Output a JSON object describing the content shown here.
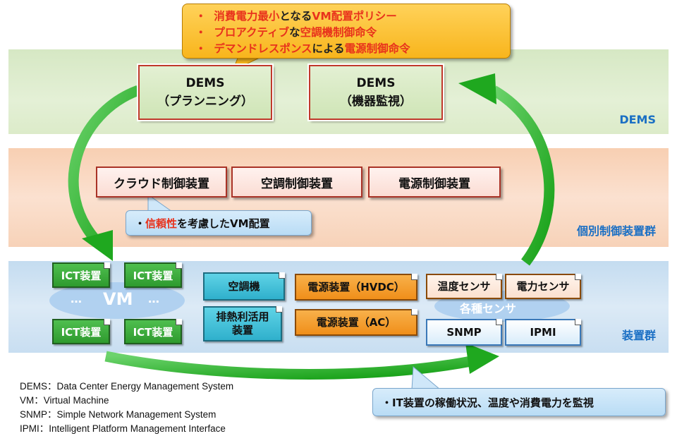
{
  "bands": {
    "dems_label": "DEMS",
    "ctrl_label": "個別制御装置群",
    "dev_label": "装置群"
  },
  "top_callout": {
    "lines": [
      {
        "bullet": "・",
        "a": "消費電力最小",
        "b": "となる",
        "c": "VM配置ポリシー"
      },
      {
        "bullet": "・",
        "a": "プロアクティブ",
        "b": "な",
        "c": "空調機制御命令"
      },
      {
        "bullet": "・",
        "a": "デマンドレスポンス",
        "b": "による",
        "c": "電源制御命令"
      }
    ]
  },
  "dems": {
    "planning": {
      "line1": "DEMS",
      "line2": "（プランニング）"
    },
    "monitor": {
      "line1": "DEMS",
      "line2": "（機器監視）"
    }
  },
  "controllers": {
    "cloud": "クラウド制御装置",
    "aircon": "空調制御装置",
    "power": "電源制御装置"
  },
  "vm_callout": {
    "bullet": "・",
    "highlight": "信頼性",
    "rest": "を考慮したVM配置"
  },
  "devices": {
    "ict": [
      "ICT装置",
      "ICT装置",
      "ICT装置",
      "ICT装置"
    ],
    "vm_label": "VM",
    "vm_dots_left": "…",
    "vm_dots_right": "…",
    "aircon_unit": "空調機",
    "heat_reuse": "排熱利活用装置",
    "power_hvdc": "電源装置（HVDC）",
    "power_ac": "電源装置（AC）",
    "temp_sensor": "温度センサ",
    "power_sensor": "電力センサ",
    "sensors_label": "各種センサ",
    "snmp": "SNMP",
    "ipmi": "IPMI"
  },
  "monitor_callout": "・IT装置の稼働状況、温度や消費電力を監視",
  "legend": [
    "DEMS：Data Center Energy Management System",
    "VM：Virtual Machine",
    "SNMP：Simple Network Management System",
    "IPMI：Intelligent Platform Management Interface"
  ],
  "colors": {
    "accent_blue": "#1a6fc4",
    "highlight_red": "#e8321c",
    "arrow_green": "#2fb52f"
  }
}
